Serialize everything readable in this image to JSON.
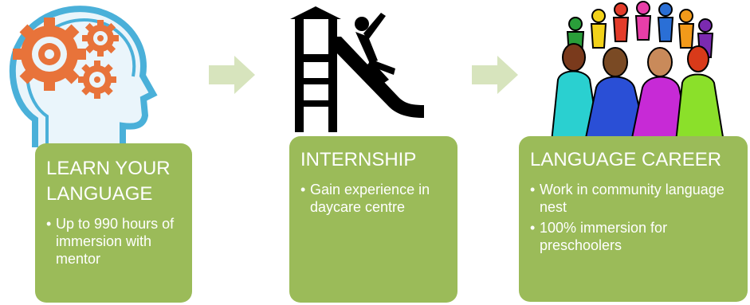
{
  "steps": [
    {
      "title": "LEARN YOUR\nLANGUAGE",
      "bullets": [
        "Up to 990 hours of immersion with mentor"
      ],
      "icon": "brain-gears-icon"
    },
    {
      "title": "INTERNSHIP",
      "bullets": [
        "Gain experience in daycare centre"
      ],
      "icon": "playground-slide-icon"
    },
    {
      "title": "LANGUAGE CAREER",
      "bullets": [
        "Work in community language nest",
        "100% immersion for preschoolers"
      ],
      "icon": "people-circle-icon"
    }
  ],
  "colors": {
    "card": "#9bbb59",
    "arrow": "#d7e4bd",
    "gear": "#e8733a",
    "head_outline": "#4ab0d9"
  }
}
